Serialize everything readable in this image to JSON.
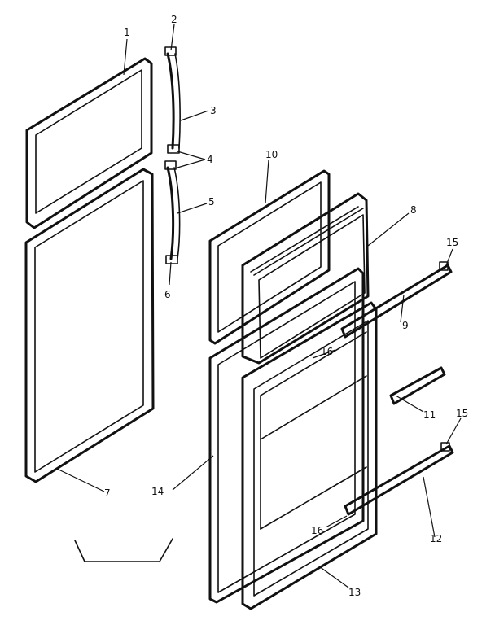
{
  "diagram": {
    "callouts": [
      {
        "id": "c1",
        "label": "1"
      },
      {
        "id": "c2",
        "label": "2"
      },
      {
        "id": "c3",
        "label": "3"
      },
      {
        "id": "c4",
        "label": "4"
      },
      {
        "id": "c5",
        "label": "5"
      },
      {
        "id": "c6",
        "label": "6"
      },
      {
        "id": "c7",
        "label": "7"
      },
      {
        "id": "c8",
        "label": "8"
      },
      {
        "id": "c9",
        "label": "9"
      },
      {
        "id": "c10",
        "label": "10"
      },
      {
        "id": "c11",
        "label": "11"
      },
      {
        "id": "c12",
        "label": "12"
      },
      {
        "id": "c13",
        "label": "13"
      },
      {
        "id": "c14",
        "label": "14"
      },
      {
        "id": "c15a",
        "label": "15"
      },
      {
        "id": "c15b",
        "label": "15"
      },
      {
        "id": "c16a",
        "label": "16"
      },
      {
        "id": "c16b",
        "label": "16"
      }
    ]
  }
}
